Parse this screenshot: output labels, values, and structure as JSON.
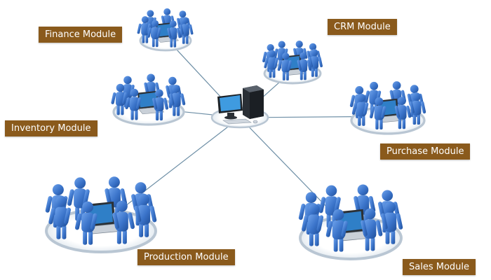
{
  "colors": {
    "label_bg": "#8a5a1c",
    "label_text": "#ffffff",
    "person_fill": "#3a73c9",
    "person_dark": "#1f4f9a",
    "ring_stroke": "#b9c6d3",
    "connector": "#6e8fa6"
  },
  "hub": {
    "icon": "desktop-computer-icon"
  },
  "modules": [
    {
      "id": "finance",
      "label": "Finance Module"
    },
    {
      "id": "crm",
      "label": "CRM Module"
    },
    {
      "id": "inventory",
      "label": "Inventory Module"
    },
    {
      "id": "purchase",
      "label": "Purchase Module"
    },
    {
      "id": "production",
      "label": "Production Module"
    },
    {
      "id": "sales",
      "label": "Sales Module"
    }
  ]
}
